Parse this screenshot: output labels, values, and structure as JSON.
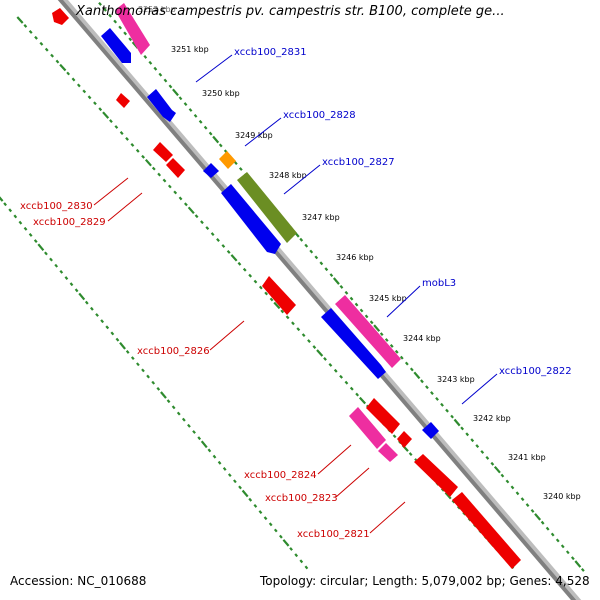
{
  "title": "Xanthomonas campestris pv. campestris str. B100, complete ge...",
  "footer": {
    "accession": "Accession: NC_010688",
    "topology": "Topology: circular; Length: 5,079,002 bp; Genes: 4,528"
  },
  "colors": {
    "backbone": "#8a8a8a",
    "tick": "#2e8b2e",
    "forward_gene": "#0000ee",
    "reverse_gene": "#ee0000",
    "pink_gene": "#ee2ea0",
    "orange_gene": "#ff9900",
    "olive_gene": "#6b8e23",
    "label_forward": "#0000cc",
    "label_reverse": "#cc0000"
  },
  "kbp_labels": [
    "3252 kbp",
    "3251 kbp",
    "3250 kbp",
    "3249 kbp",
    "3248 kbp",
    "3247 kbp",
    "3246 kbp",
    "3245 kbp",
    "3244 kbp",
    "3243 kbp",
    "3242 kbp",
    "3241 kbp",
    "3240 kbp"
  ],
  "gene_labels_forward": [
    "xccb100_2831",
    "xccb100_2828",
    "xccb100_2827",
    "mobL3",
    "xccb100_2822"
  ],
  "gene_labels_reverse": [
    "xccb100_2830",
    "xccb100_2829",
    "xccb100_2826",
    "xccb100_2824",
    "xccb100_2823",
    "xccb100_2821"
  ]
}
